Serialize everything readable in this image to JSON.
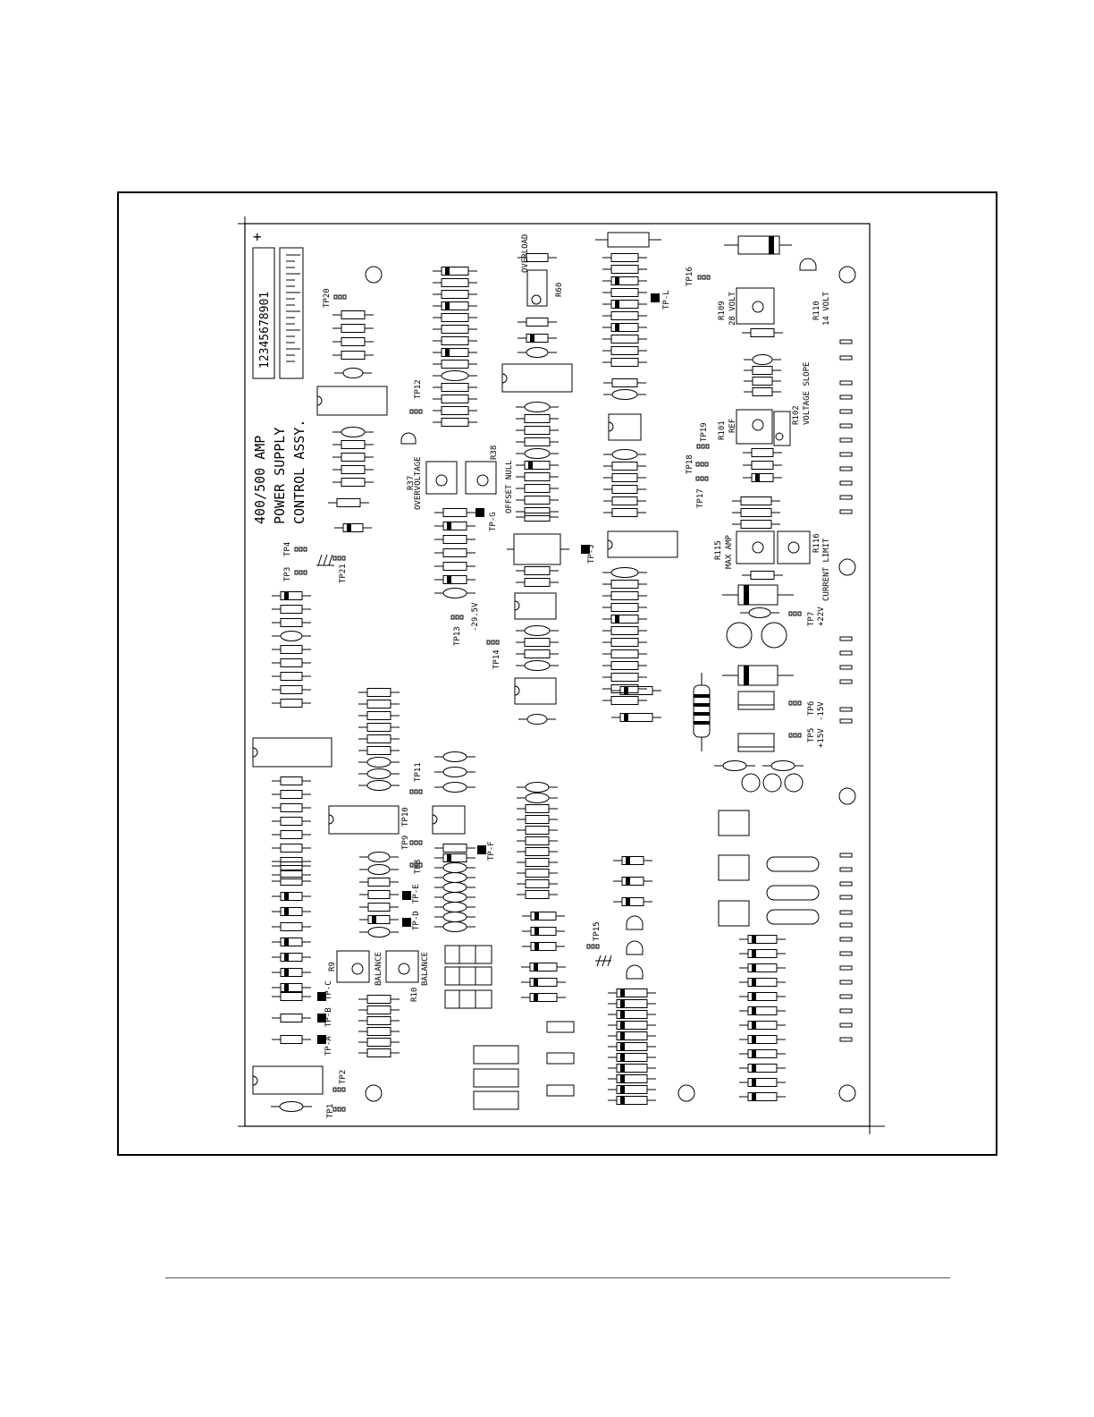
{
  "board": {
    "title_lines": [
      "400/500 AMP",
      "POWER SUPPLY",
      "CONTROL ASSY."
    ],
    "serial": "12345678901",
    "plus_mark": "+"
  },
  "pots": {
    "r37": {
      "ref": "R37",
      "label": "OVERVOLTAGE"
    },
    "r38": {
      "ref": "R38",
      "label": "OFFSET NULL"
    },
    "r60": {
      "ref": "R60",
      "label": "OVERLOAD"
    },
    "r109": {
      "ref": "R109",
      "label": "28 VOLT"
    },
    "r110": {
      "ref": "R110",
      "label": "14 VOLT"
    },
    "r101": {
      "ref": "R101",
      "label": "REF"
    },
    "r102": {
      "ref": "R102",
      "label": "VOLTAGE SLOPE"
    },
    "r115": {
      "ref": "R115",
      "label": "MAX AMP"
    },
    "r116": {
      "ref": "R116",
      "label": "CURRENT LIMIT"
    },
    "r9": {
      "ref": "R9",
      "label": "BALANCE"
    },
    "r10": {
      "ref": "R10",
      "label": "BALANCE"
    }
  },
  "test_points": {
    "tp1": "TP1",
    "tp2": "TP2",
    "tp3": "TP3",
    "tp4": "TP4",
    "tp5": "TP5",
    "tp6": "TP6",
    "tp7": "TP7",
    "tp8": "TP8",
    "tp9": "TP9",
    "tp10": "TP10",
    "tp11": "TP11",
    "tp12": "TP12",
    "tp13": "TP13",
    "tp14": "TP14",
    "tp15": "TP15",
    "tp16": "TP16",
    "tp17": "TP17",
    "tp18": "TP18",
    "tp19": "TP19",
    "tp20": "TP20",
    "tp21": "TP21",
    "tpa": "TP-A",
    "tpb": "TP-B",
    "tpc": "TP-C",
    "tpd": "TP-D",
    "tpe": "TP-E",
    "tpf": "TP-F",
    "tpg": "TP-G",
    "tpj": "TP-J",
    "tpl": "TP-L"
  },
  "voltages": {
    "tp5": "+15V",
    "tp6": "-15V",
    "tp7": "+22V",
    "tp13": "-29.5V"
  },
  "colors": {
    "ink": "#000000",
    "paper": "#ffffff",
    "rule": "#555555"
  }
}
